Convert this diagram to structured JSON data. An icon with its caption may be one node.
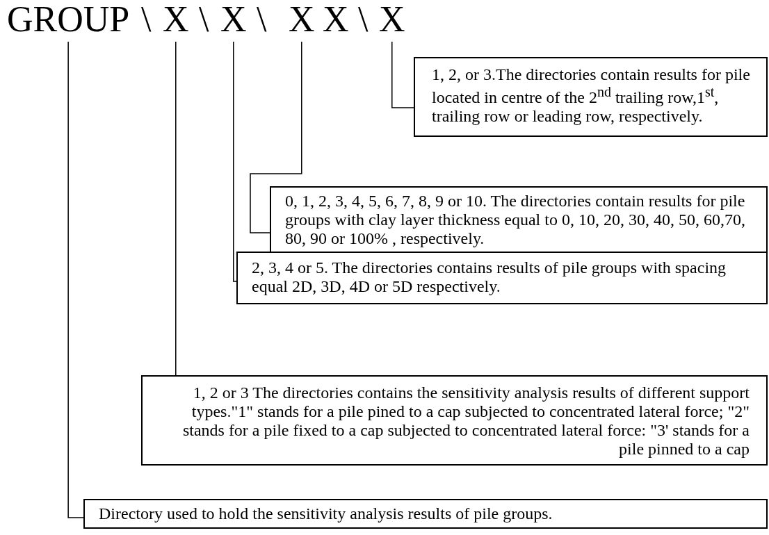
{
  "diagram": {
    "nodes": [
      {
        "text": [
          "GROUP"
        ]
      },
      {
        "text": [
          "X"
        ]
      },
      {
        "text": [
          "X"
        ]
      },
      {
        "text": [
          "X"
        ]
      },
      {
        "text": [
          "X"
        ]
      },
      {
        "text": [
          "X"
        ]
      },
      {
        "text": [
          "1, 2, or 3.The directories contain results for pile located in centre of the 2$^{nd}$ trailing row,1$^{st}$, trailing row or leading row,  respectively."
        ]
      },
      {
        "text": [
          "0, 1, 2, 3, 4, 5, 6, 7, 8, 9 or 10. The directories contain results for pile groups with clay layer thickness equal to 0, 10, 20, 30, 40, 50, 60,70, 80, 90 or 100% , respectively."
        ]
      },
      {
        "text": [
          "2, 3, 4 or 5. The directories contains results of pile groups with spacing equal 2D, 3D, 4D or 5D respectively."
        ]
      },
      {
        "text": [
          "1, 2 or 3 The directories contains the sensitivity analysis results of different support types.\"1\" stands for a pile pined to a cap subjected to concentrated lateral force; \"2\" stands for a pile fixed to a cap subjected to concentrated lateral force: \"3' stands for a pile pinned to a cap"
        ]
      },
      {
        "text": [
          "Directory used to hold the sensitivity analysis results of pile groups."
        ]
      }
    ],
    "edges": [
      {
        "from": 5,
        "to": 6,
        "arrow": "none"
      },
      {
        "from": 3,
        "to": 7,
        "arrow": "none"
      },
      {
        "from": 2,
        "to": 8,
        "arrow": "none"
      },
      {
        "from": 1,
        "to": 9,
        "arrow": "none"
      },
      {
        "from": 0,
        "to": 10,
        "arrow": "none"
      }
    ],
    "labels": [
      "\\",
      "\\",
      "\\",
      "\\"
    ]
  }
}
